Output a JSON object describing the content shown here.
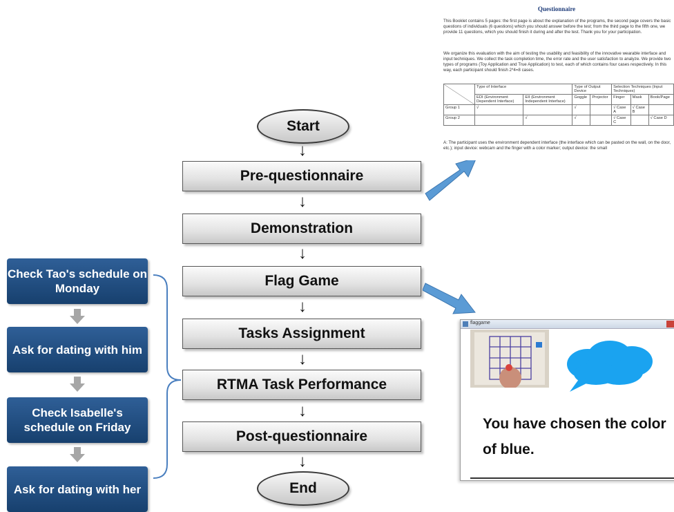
{
  "flowchart": {
    "start": "Start",
    "end": "End",
    "steps": [
      "Pre-questionnaire",
      "Demonstration",
      "Flag Game",
      "Tasks Assignment",
      "RTMA Task Performance",
      "Post-questionnaire"
    ]
  },
  "tasks": [
    "Check Tao's schedule on Monday",
    "Ask for dating with him",
    "Check Isabelle's schedule on Friday",
    "Ask for dating with her"
  ],
  "questionnaire": {
    "title": "Questionnaire",
    "para1": "This Booklet contains 5 pages: the first page is about the explanation of the programs, the second page covers the basic questions of individuals (6 questions) which you should answer before the test; from the third page to the fifth one, we provide 11 questions, which you should finish it during and after the test. Thank you for your participation.",
    "para2": "We organize this evaluation with the aim of testing the usability and feasibility of the innovative wearable interface and input techniques. We collect the task completion time, the error rate and the user satisfaction to analyze. We provide two types of programs (Toy Application and True Application) to test, each of which contains four cases respectively. In this way, each participant should finish 2*4=8 cases.",
    "table": {
      "header1": [
        "Type of Interface",
        "Type of Output Device",
        "Selection Techniques (Input Techniques)"
      ],
      "header2": [
        "EDI (Environment Dependent Interface)",
        "EII (Environment Independent Interface)",
        "Goggle",
        "Projector",
        "Finger",
        "Mask",
        "Book/Page"
      ],
      "rows": [
        [
          "Group 1",
          "√",
          "",
          "√",
          "",
          "√ Case A",
          "√ Case B",
          ""
        ],
        [
          "Group 2",
          "",
          "√",
          "√",
          "",
          "√ Case C",
          "",
          "√ Case D"
        ]
      ]
    },
    "footnote": "A: The participant uses the environment dependent interface (the interface which can be pasted on the wall, on the door, etc.); input device: webcam and the finger with a color marker; output device: the small"
  },
  "game_window": {
    "title": "flaggame",
    "message": "You have chosen the color of blue."
  },
  "colors": {
    "task_blue": "#1f4a7c",
    "pointer_blue": "#5b9bd5",
    "cloud_blue": "#1aa3f0"
  }
}
